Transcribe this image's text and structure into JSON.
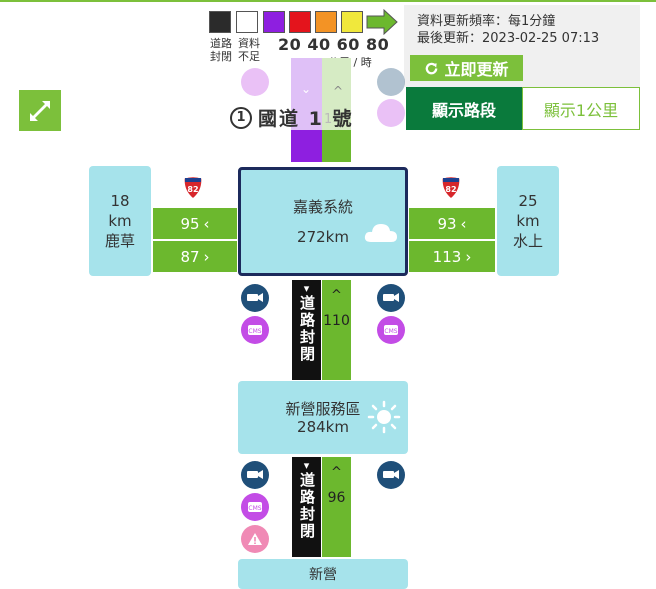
{
  "legend": {
    "swatches": [
      {
        "color": "#2b2b2b"
      },
      {
        "color": "#ffffff"
      },
      {
        "color": "#8e1fe0"
      },
      {
        "color": "#e4141c"
      },
      {
        "color": "#f39325"
      },
      {
        "color": "#f0e83c"
      },
      {
        "color": "#6cb82e"
      }
    ],
    "label_closed": "道路\n封閉",
    "label_insufficient": "資料\n不足",
    "speeds": "20 40 60 80",
    "unit": "公里 / 時"
  },
  "info": {
    "frequency": "資料更新頻率：每1分鐘",
    "last_update": "最後更新：2023-02-25 07:13",
    "refresh_label": "立即更新"
  },
  "toggle": {
    "segment_label": "顯示路段",
    "km_label": "顯示1公里"
  },
  "road": {
    "number": "1",
    "name": "國道 1 號"
  },
  "top_lane_partial": "1",
  "left_exit": {
    "distance": "18",
    "unit": "km",
    "name": "鹿草",
    "shield": "82",
    "out_speed": "95",
    "in_speed": "87"
  },
  "right_exit": {
    "distance": "25",
    "unit": "km",
    "name": "水上",
    "shield": "82",
    "out_speed": "93",
    "in_speed": "113"
  },
  "center": {
    "name": "嘉義系統",
    "km": "272km"
  },
  "segment1": {
    "closed_label": "道路封閉",
    "speed": "110"
  },
  "service": {
    "name": "新營服務區",
    "km": "284km"
  },
  "segment2": {
    "closed_label": "道路封閉",
    "speed": "96"
  },
  "bottom": {
    "name": "新營"
  },
  "colors": {
    "accent": "#7cc03b",
    "dark_green": "#0a7a3c",
    "box": "#a6e3eb",
    "camera": "#1f4f79",
    "cms": "#c34ce6",
    "warning": "#f08ab5"
  },
  "icons": [
    "expand-icon",
    "refresh-icon",
    "camera-icon",
    "cms-icon",
    "warning-icon",
    "cloud-icon",
    "sun-icon",
    "freeway-shield-icon"
  ]
}
